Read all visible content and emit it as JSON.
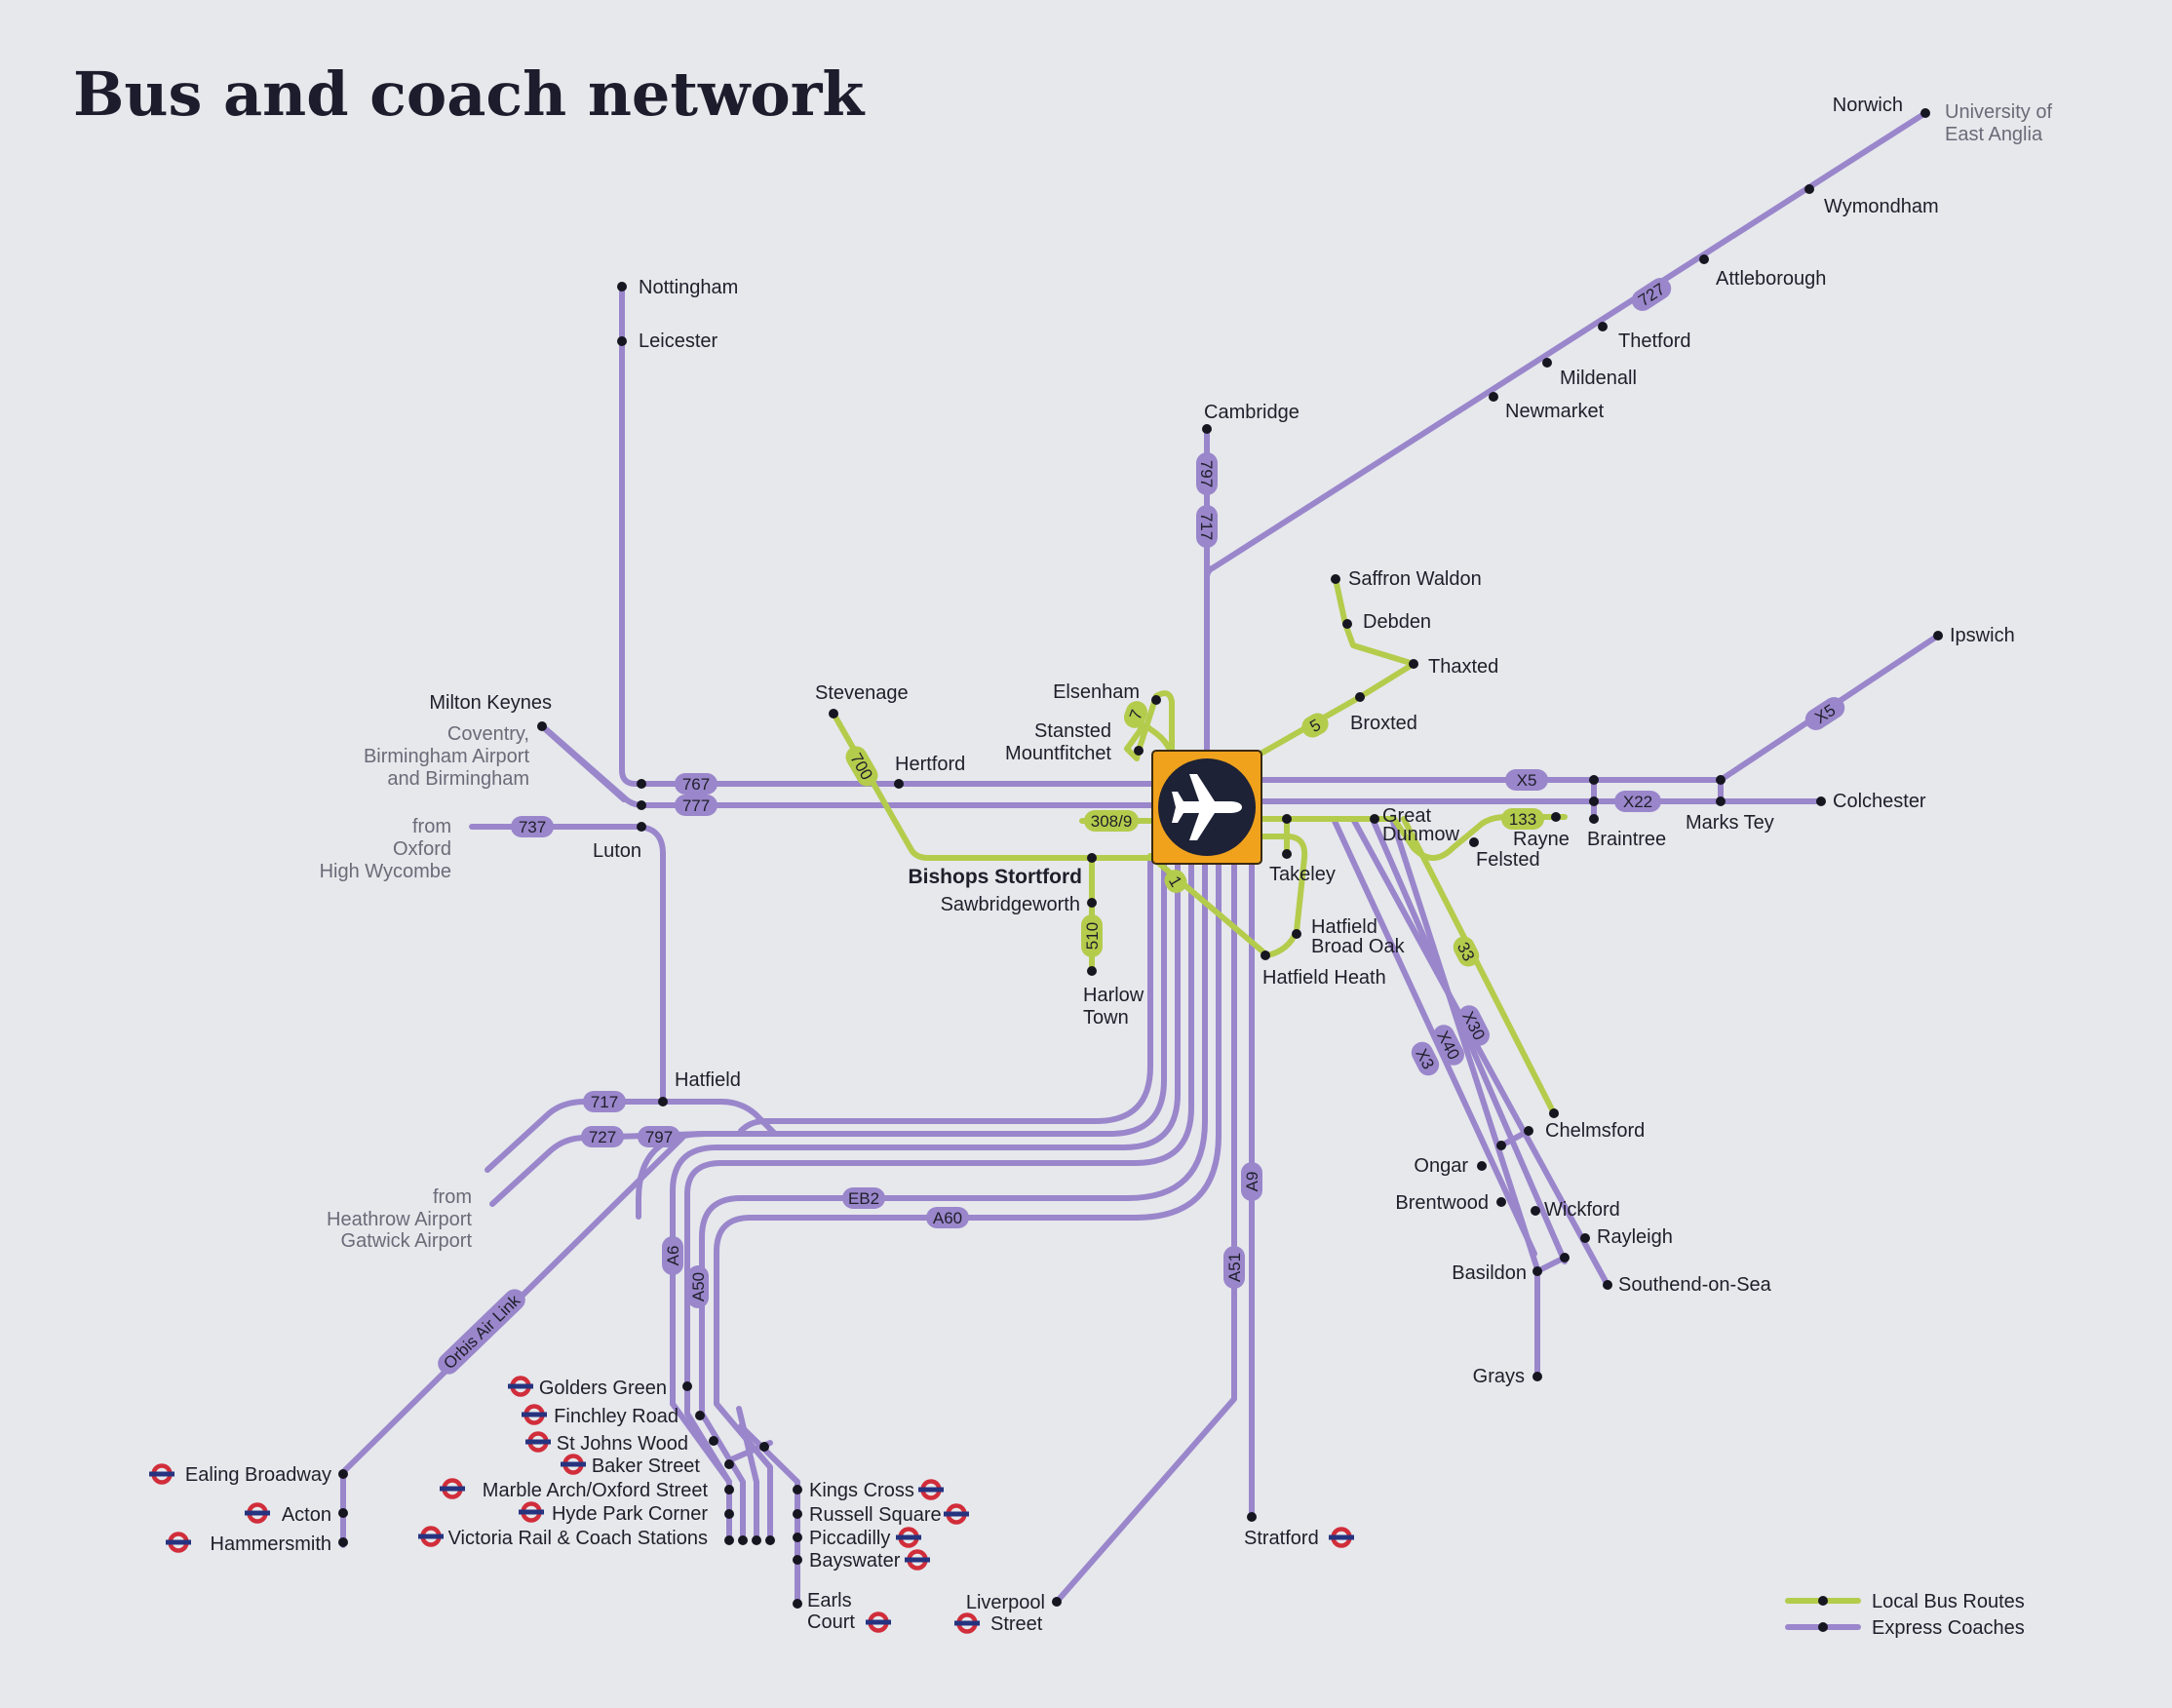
{
  "title": "Bus and coach network",
  "colors": {
    "background": "#e6e8ec",
    "express_coaches": "#9a86cb",
    "local_bus_routes": "#b3cc4c",
    "airport_box": "#f0a21c",
    "airport_circle": "#1d2236",
    "underground_ring": "#d12d3a",
    "underground_bar": "#26337f"
  },
  "icons": {
    "airport": "airplane-icon",
    "underground": "london-underground-roundel-icon"
  },
  "places": {
    "norwich": "Norwich",
    "uea_1": "University of",
    "uea_2": "East Anglia",
    "wymondham": "Wymondham",
    "attleborough": "Attleborough",
    "thetford": "Thetford",
    "mildenall": "Mildenall",
    "newmarket": "Newmarket",
    "cambridge": "Cambridge",
    "nottingham": "Nottingham",
    "leicester": "Leicester",
    "saffron_walden": "Saffron Waldon",
    "debden": "Debden",
    "thaxted": "Thaxted",
    "broxted": "Broxted",
    "ipswich": "Ipswich",
    "milton_keynes": "Milton Keynes",
    "coventry_1": "Coventry,",
    "coventry_2": "Birmingham Airport",
    "coventry_3": "and Birmingham",
    "stevenage": "Stevenage",
    "hertford": "Hertford",
    "elsenham": "Elsenham",
    "stansted_1": "Stansted",
    "stansted_2": "Mountfitchet",
    "from_oxford_1": "from",
    "from_oxford_2": "Oxford",
    "from_oxford_3": "High Wycombe",
    "luton": "Luton",
    "bishops_stortford": "Bishops Stortford",
    "sawbridgeworth": "Sawbridgeworth",
    "harlow_1": "Harlow",
    "harlow_2": "Town",
    "great_dunmow_1": "Great",
    "great_dunmow_2": "Dunmow",
    "rayne": "Rayne",
    "felsted": "Felsted",
    "braintree": "Braintree",
    "marks_tey": "Marks Tey",
    "colchester": "Colchester",
    "takeley": "Takeley",
    "hatfield_broad_oak_1": "Hatfield",
    "hatfield_broad_oak_2": "Broad Oak",
    "hatfield_heath": "Hatfield Heath",
    "hatfield": "Hatfield",
    "from_heathrow_1": "from",
    "from_heathrow_2": "Heathrow Airport",
    "from_heathrow_3": "Gatwick Airport",
    "chelmsford": "Chelmsford",
    "ongar": "Ongar",
    "brentwood": "Brentwood",
    "wickford": "Wickford",
    "rayleigh": "Rayleigh",
    "basildon": "Basildon",
    "southend": "Southend-on-Sea",
    "grays": "Grays",
    "golders_green": "Golders Green",
    "finchley_road": "Finchley Road",
    "st_johns_wood": "St Johns Wood",
    "baker_street": "Baker Street",
    "marble_arch": "Marble Arch/Oxford Street",
    "hyde_park_corner": "Hyde Park Corner",
    "victoria": "Victoria Rail & Coach Stations",
    "ealing_broadway": "Ealing Broadway",
    "acton": "Acton",
    "hammersmith": "Hammersmith",
    "kings_cross": "Kings Cross",
    "russell_square": "Russell Square",
    "piccadilly": "Piccadilly",
    "bayswater": "Bayswater",
    "earls_court_1": "Earls",
    "earls_court_2": "Court",
    "liverpool_street_1": "Liverpool",
    "liverpool_street_2": "Street",
    "stratford": "Stratford"
  },
  "routes": {
    "r727_ne": "727",
    "r797_cam": "797",
    "r717_cam": "717",
    "r767": "767",
    "r777": "777",
    "r737": "737",
    "r700": "700",
    "r7": "7",
    "r5": "5",
    "r308": "308/9",
    "r1": "1",
    "r510": "510",
    "rX5a": "X5",
    "rX5b": "X5",
    "rX22": "X22",
    "r133": "133",
    "r33": "33",
    "rX30": "X30",
    "rX40": "X40",
    "rX3": "X3",
    "r717_w": "717",
    "r727_w": "727",
    "r797_w": "797",
    "rEB2": "EB2",
    "rA60": "A60",
    "rA9": "A9",
    "rA51": "A51",
    "rA6": "A6",
    "rA50": "A50",
    "r_orbis": "Orbis Air Link"
  },
  "legend": {
    "local": "Local Bus Routes",
    "express": "Express Coaches"
  }
}
